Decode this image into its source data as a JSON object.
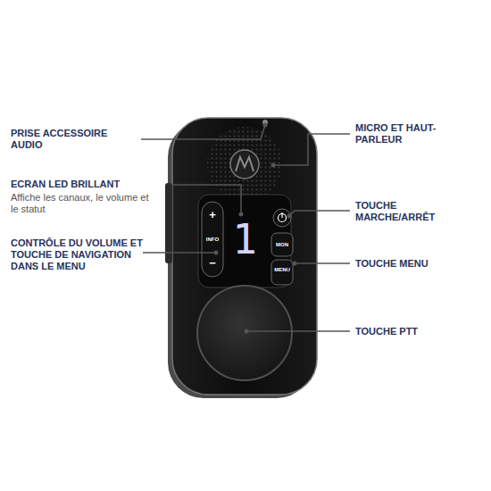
{
  "diagram": {
    "labels": [
      "PRISE ACCESSOIRE AUDIO",
      "MICRO ET HAUT-PARLEUR",
      "ECRAN LED BRILLANT",
      "Affiche les canaux, le volume et le statut",
      "TOUCHE MARCHE/ARRÊT",
      "CONTRÔLE DU VOLUME ET TOUCHE DE NAVIGATION DANS LE MENU",
      "TOUCHE MENU",
      "TOUCHE PTT",
      "+",
      "INFO",
      "−",
      "1",
      "MON",
      "MENU"
    ]
  }
}
